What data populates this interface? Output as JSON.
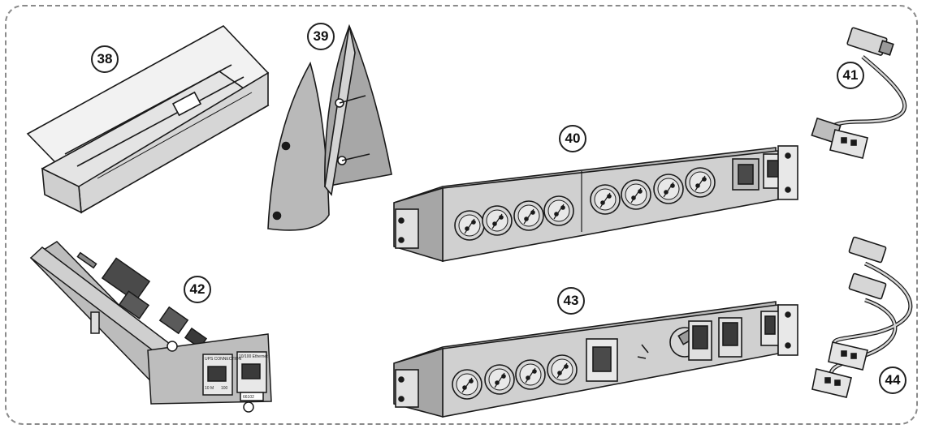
{
  "diagram": {
    "callouts": [
      {
        "id": "38",
        "label": "38"
      },
      {
        "id": "39",
        "label": "39"
      },
      {
        "id": "40",
        "label": "40"
      },
      {
        "id": "41",
        "label": "41"
      },
      {
        "id": "42",
        "label": "42"
      },
      {
        "id": "43",
        "label": "43"
      },
      {
        "id": "44",
        "label": "44"
      }
    ],
    "card": {
      "port_left_title": "UPS CONNECTION",
      "port_right_title": "10/100 Ethernet",
      "speed_left": "10 M",
      "speed_right": "100",
      "serial_label": "66102"
    },
    "colors": {
      "line": "#1a1a1a",
      "fill": "#cfcfcf",
      "fill_dark": "#9a9a9a",
      "frame": "#8a8a8a"
    }
  }
}
